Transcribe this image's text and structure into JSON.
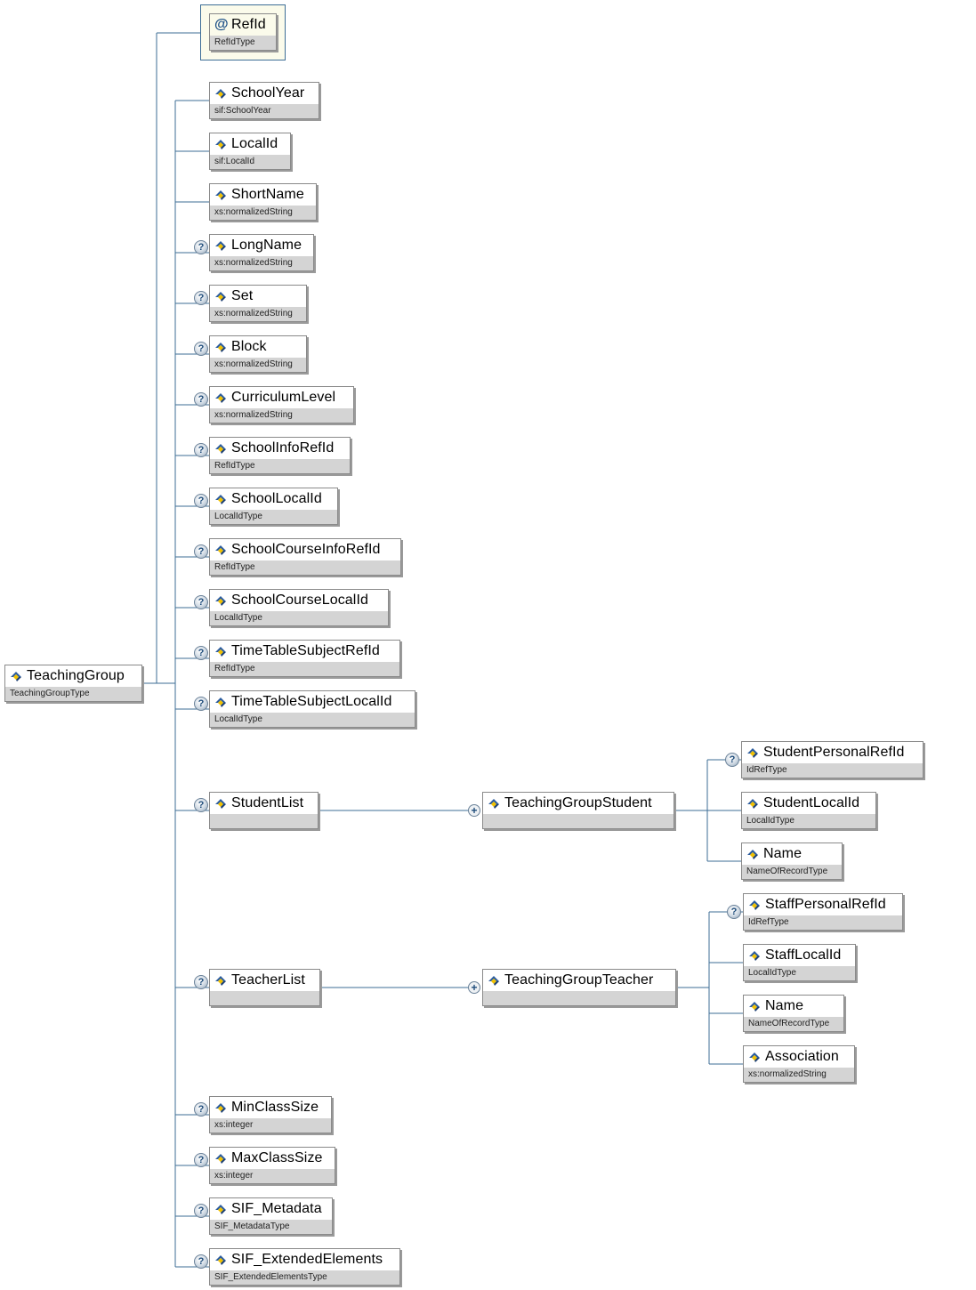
{
  "root": {
    "name": "TeachingGroup",
    "type": "TeachingGroupType"
  },
  "attribute": {
    "name": "RefId",
    "type": "RefIdType"
  },
  "elements": [
    {
      "name": "SchoolYear",
      "type": "sif:SchoolYear",
      "optional": false
    },
    {
      "name": "LocalId",
      "type": "sif:LocalId",
      "optional": false
    },
    {
      "name": "ShortName",
      "type": "xs:normalizedString",
      "optional": false
    },
    {
      "name": "LongName",
      "type": "xs:normalizedString",
      "optional": true
    },
    {
      "name": "Set",
      "type": "xs:normalizedString",
      "optional": true
    },
    {
      "name": "Block",
      "type": "xs:normalizedString",
      "optional": true
    },
    {
      "name": "CurriculumLevel",
      "type": "xs:normalizedString",
      "optional": true
    },
    {
      "name": "SchoolInfoRefId",
      "type": "RefIdType",
      "optional": true
    },
    {
      "name": "SchoolLocalId",
      "type": "LocalIdType",
      "optional": true
    },
    {
      "name": "SchoolCourseInfoRefId",
      "type": "RefIdType",
      "optional": true
    },
    {
      "name": "SchoolCourseLocalId",
      "type": "LocalIdType",
      "optional": true
    },
    {
      "name": "TimeTableSubjectRefId",
      "type": "RefIdType",
      "optional": true
    },
    {
      "name": "TimeTableSubjectLocalId",
      "type": "LocalIdType",
      "optional": true
    },
    {
      "name": "StudentList",
      "type": "",
      "optional": true
    },
    {
      "name": "TeacherList",
      "type": "",
      "optional": true
    },
    {
      "name": "MinClassSize",
      "type": "xs:integer",
      "optional": true
    },
    {
      "name": "MaxClassSize",
      "type": "xs:integer",
      "optional": true
    },
    {
      "name": "SIF_Metadata",
      "type": "SIF_MetadataType",
      "optional": true
    },
    {
      "name": "SIF_ExtendedElements",
      "type": "SIF_ExtendedElementsType",
      "optional": true
    }
  ],
  "student_list": {
    "child": {
      "name": "TeachingGroupStudent",
      "type": ""
    },
    "items": [
      {
        "name": "StudentPersonalRefId",
        "type": "IdRefType",
        "optional": true
      },
      {
        "name": "StudentLocalId",
        "type": "LocalIdType",
        "optional": false
      },
      {
        "name": "Name",
        "type": "NameOfRecordType",
        "optional": false
      }
    ]
  },
  "teacher_list": {
    "child": {
      "name": "TeachingGroupTeacher",
      "type": ""
    },
    "items": [
      {
        "name": "StaffPersonalRefId",
        "type": "IdRefType",
        "optional": true
      },
      {
        "name": "StaffLocalId",
        "type": "LocalIdType",
        "optional": false
      },
      {
        "name": "Name",
        "type": "NameOfRecordType",
        "optional": false
      },
      {
        "name": "Association",
        "type": "xs:normalizedString",
        "optional": false
      }
    ]
  },
  "symbols": {
    "optional": "?",
    "expand": "+",
    "attribute": "@"
  },
  "colors": {
    "connector": "#3e6e96",
    "type_bar": "#d4d4d4",
    "attribute_bg": "#fbfbeb",
    "icon_blue": "#2b5c9e",
    "icon_yellow": "#f2c200"
  }
}
